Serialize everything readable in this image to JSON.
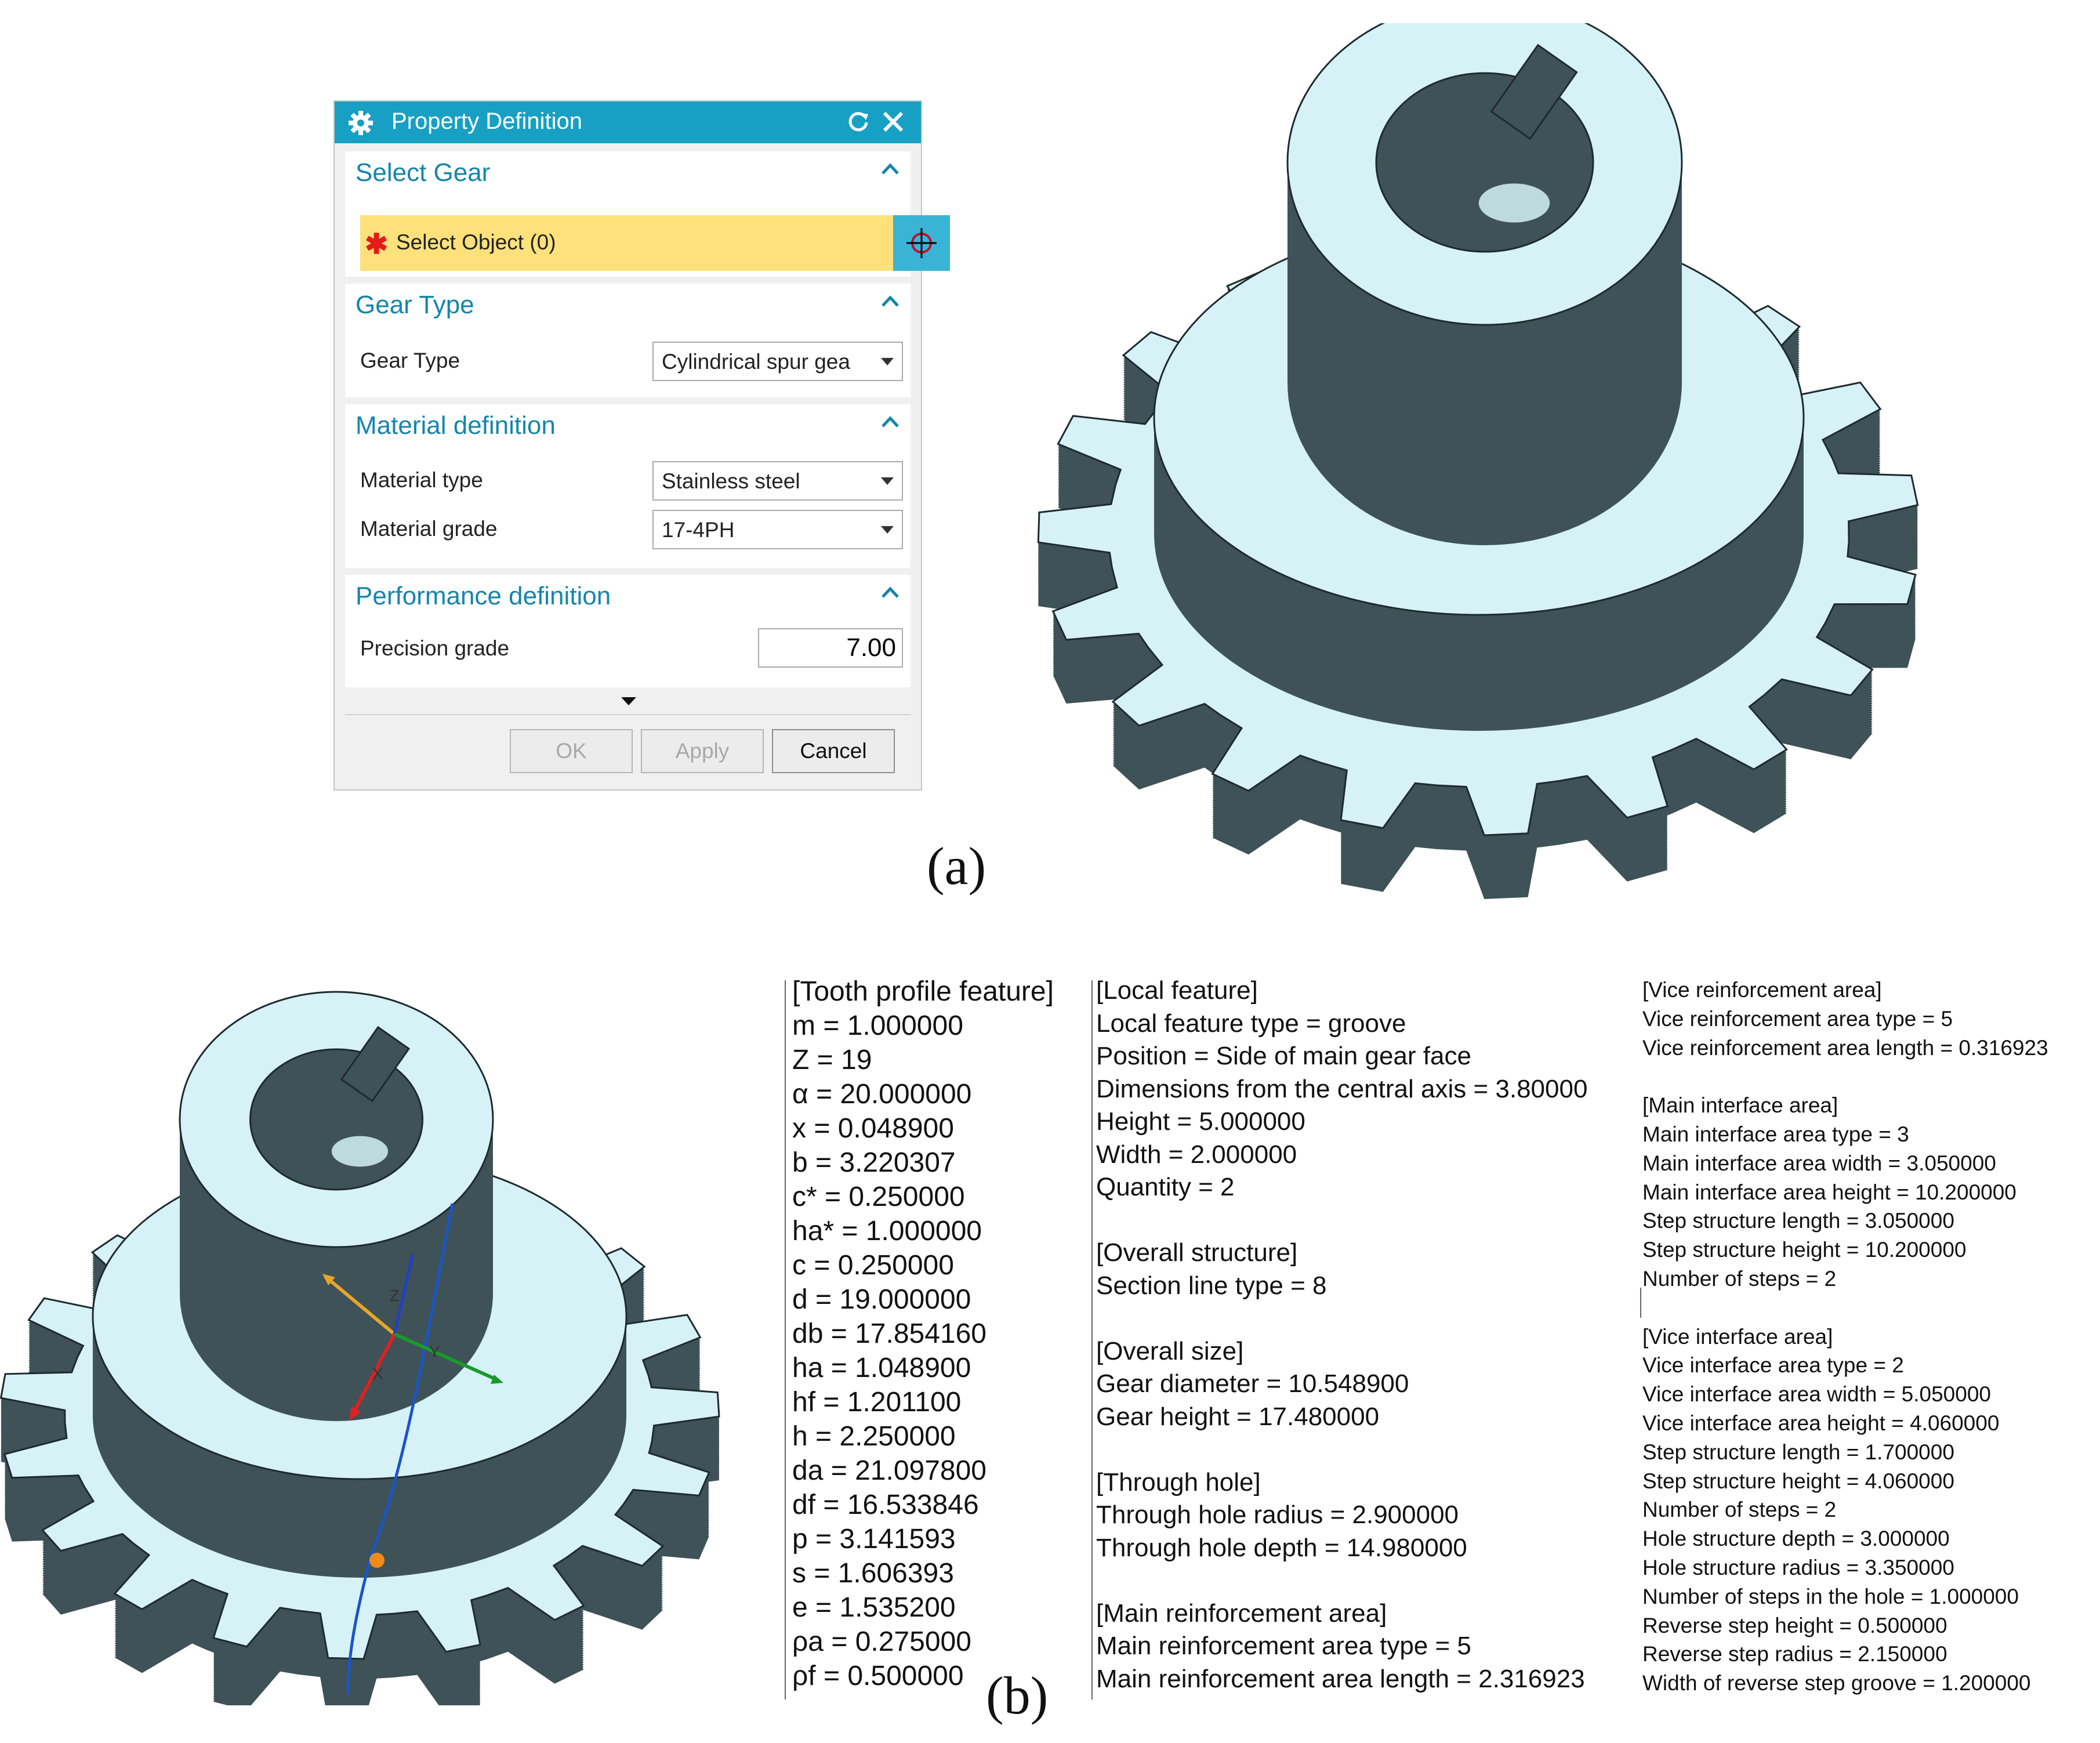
{
  "dialog": {
    "title": "Property Definition",
    "select_gear": {
      "title": "Select Gear",
      "select_object": "Select Object (0)"
    },
    "gear_type": {
      "title": "Gear Type",
      "label": "Gear Type",
      "value": "Cylindrical spur gea"
    },
    "material": {
      "title": "Material definition",
      "type_label": "Material type",
      "type_value": "Stainless steel",
      "grade_label": "Material grade",
      "grade_value": "17-4PH"
    },
    "performance": {
      "title": "Performance definition",
      "precision_label": "Precision grade",
      "precision_value": "7.00"
    },
    "buttons": {
      "ok": "OK",
      "apply": "Apply",
      "cancel": "Cancel"
    }
  },
  "captions": {
    "a": "(a)",
    "b": "(b)"
  },
  "axis_labels": {
    "z": "Z",
    "x": "X",
    "y": "Y"
  },
  "tooth_profile": [
    "[Tooth profile feature]",
    "m = 1.000000",
    "Z = 19",
    "α = 20.000000",
    "x = 0.048900",
    "b = 3.220307",
    "c* = 0.250000",
    "ha* = 1.000000",
    "c = 0.250000",
    "d = 19.000000",
    "db = 17.854160",
    "ha = 1.048900",
    "hf = 1.201100",
    "h = 2.250000",
    "da = 21.097800",
    "df = 16.533846",
    "p = 3.141593",
    "s = 1.606393",
    "e = 1.535200",
    "ρa = 0.275000",
    "ρf = 0.500000"
  ],
  "middle_column": [
    "[Local feature]",
    "Local feature type = groove",
    "Position = Side of main gear face",
    "Dimensions from the central axis = 3.80000",
    "Height = 5.000000",
    "Width = 2.000000",
    "Quantity = 2",
    "",
    "[Overall structure]",
    "Section line type = 8",
    "",
    "[Overall size]",
    "Gear diameter = 10.548900",
    "Gear height = 17.480000",
    "",
    "[Through hole]",
    "Through hole radius = 2.900000",
    "Through hole depth = 14.980000",
    "",
    "[Main reinforcement area]",
    "Main reinforcement area type = 5",
    "Main reinforcement area length = 2.316923"
  ],
  "right_column": [
    "[Vice reinforcement area]",
    "Vice reinforcement area type = 5",
    "Vice reinforcement area length = 0.316923",
    "",
    "[Main interface area]",
    "Main interface area type = 3",
    "Main interface area width = 3.050000",
    "Main interface area height = 10.200000",
    "Step structure length = 3.050000",
    "Step structure height = 10.200000",
    "Number of steps = 2",
    "",
    "[Vice interface area]",
    "Vice interface area type = 2",
    "Vice interface area width = 5.050000",
    "Vice interface area height = 4.060000",
    "Step structure length = 1.700000",
    "Step structure height = 4.060000",
    "Number of steps = 2",
    "Hole structure depth = 3.000000",
    "Hole structure radius = 3.350000",
    "Number of steps in the hole = 1.000000",
    "Reverse step height = 0.500000",
    "Reverse step radius = 2.150000",
    "Width of reverse step groove = 1.200000"
  ],
  "colors": {
    "accent": "#17a0c4",
    "gear_face": "#d6f2f7",
    "gear_side": "#3e5258",
    "highlight": "#fee17b"
  }
}
